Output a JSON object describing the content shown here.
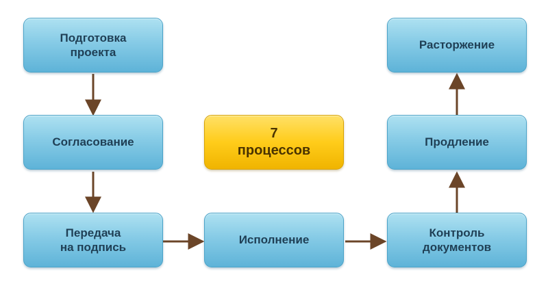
{
  "colors": {
    "box_fill": "#86cbe6",
    "box_border": "#4aa3c8",
    "center_fill": "#ffcc1a",
    "arrow": "#6b4528"
  },
  "center": {
    "text": "7\nпроцессов"
  },
  "steps": [
    {
      "label": "Подготовка\nпроекта"
    },
    {
      "label": "Согласование"
    },
    {
      "label": "Передача\nна подпись"
    },
    {
      "label": "Исполнение"
    },
    {
      "label": "Контроль\nдокументов"
    },
    {
      "label": "Продление"
    },
    {
      "label": "Расторжение"
    }
  ]
}
